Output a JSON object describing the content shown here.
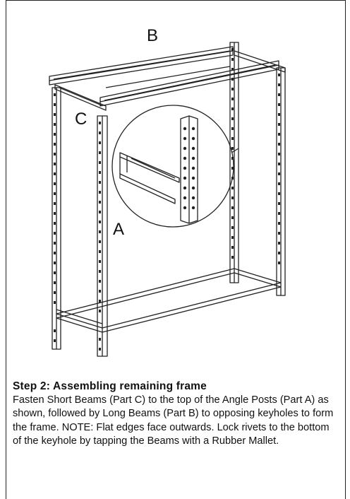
{
  "labels": {
    "part_a": "A",
    "part_b": "B",
    "part_c": "C"
  },
  "step": {
    "title": "Step 2: Assembling remaining frame",
    "body": "Fasten Short Beams (Part C) to the top of the Angle Posts (Part A) as shown, followed by Long Beams (Part B) to opposing keyholes to form the frame. NOTE: Flat edges face outwards. Lock rivets to the bottom of the keyhole by tapping the Beams with a Rubber Mallet."
  },
  "colors": {
    "line": "#222222",
    "background": "#ffffff"
  }
}
